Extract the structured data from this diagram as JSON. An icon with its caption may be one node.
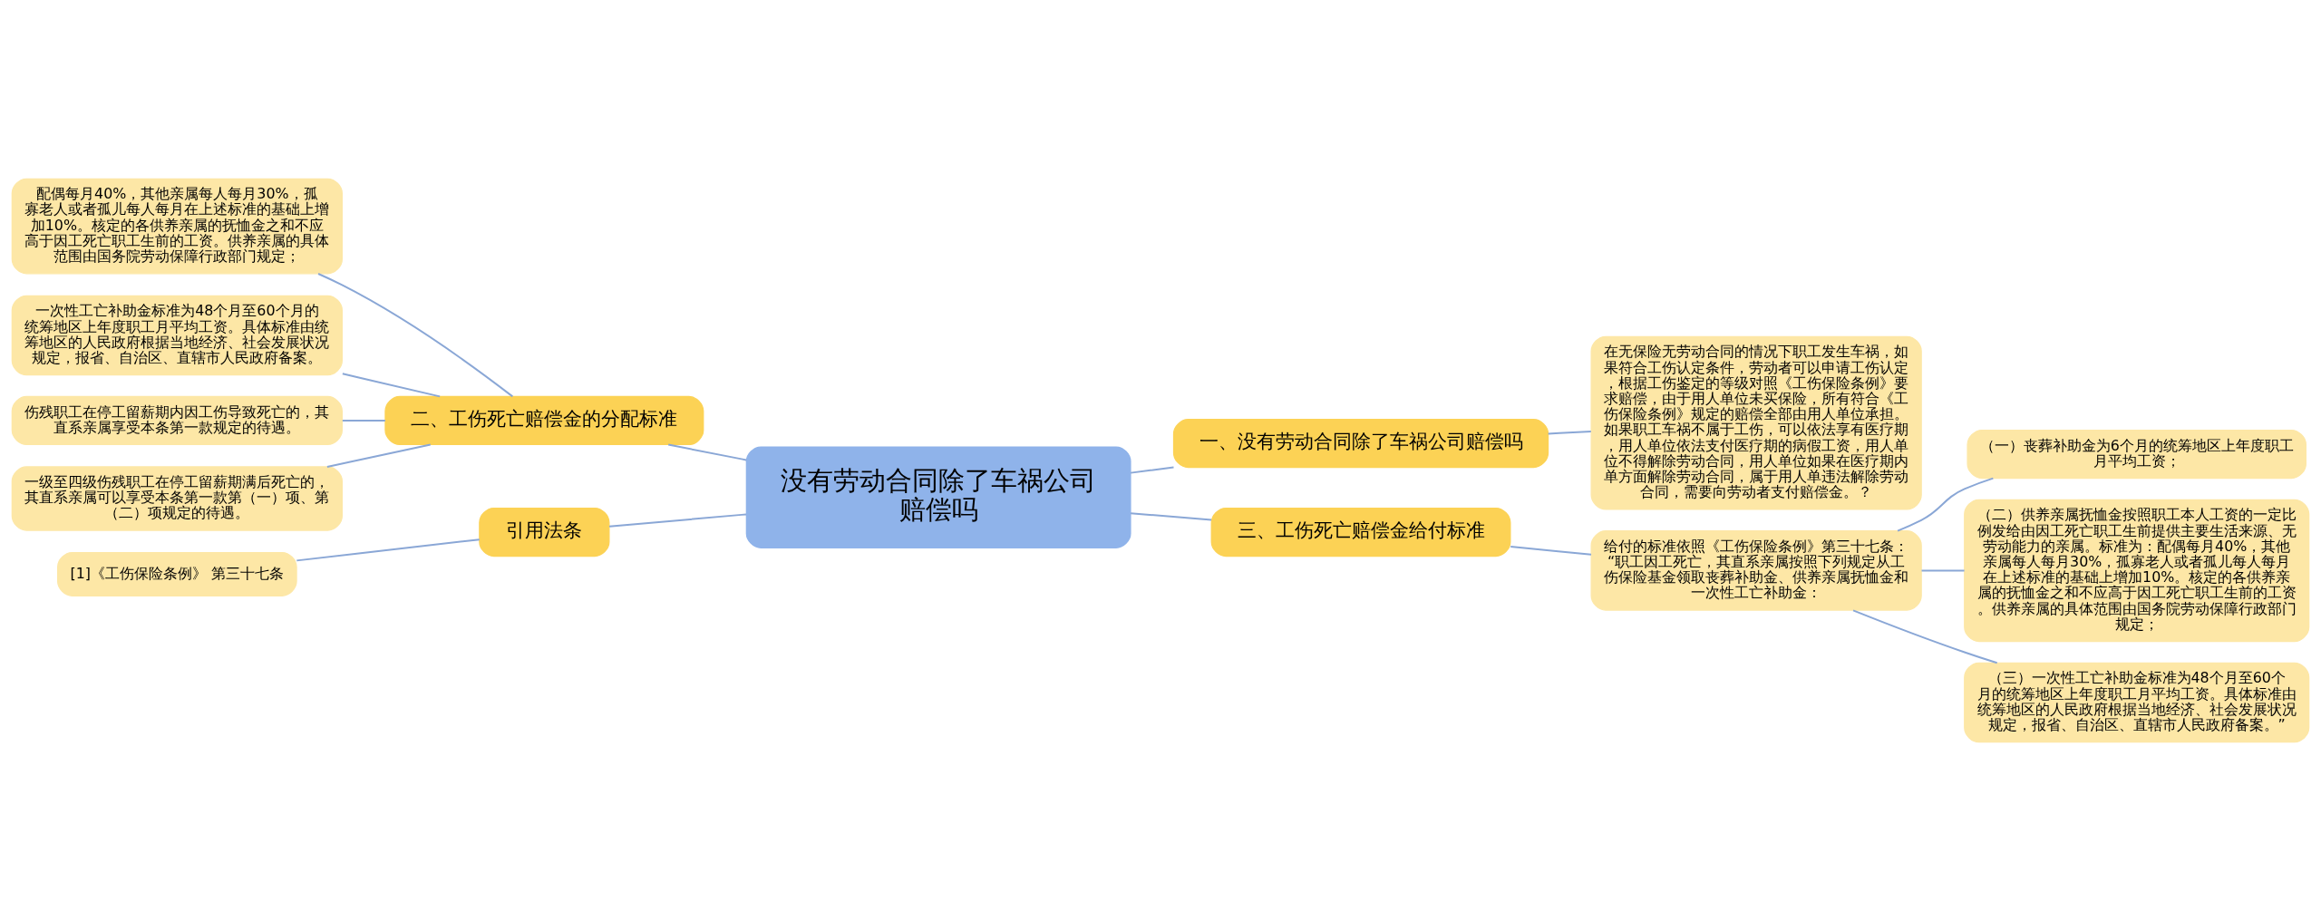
{
  "diagram": {
    "nodes": [
      {
        "text": [
          "没有劳动合同除了车祸公司赔偿吗"
        ]
      },
      {
        "text": [
          "一、没有劳动合同除了车祸公司赔偿吗"
        ]
      },
      {
        "text": [
          "在无保险无劳动合同的情况下职工发生车祸，如果符合工伤认定条件，劳动者可以申请工伤认定，根据工伤鉴定的等级对照《工伤保险条例》要求赔偿，由于用人单位未买保险，所有符合《工伤保险条例》规定的赔偿全部由用人单位承担。如果职工车祸不属于工伤，可以依法享有医疗期，用人单位依法支付医疗期的病假工资，用人单位不得解除劳动合同，用人单位如果在医疗期内单方面解除劳动合同，属于用人单违法解除劳动合同，需要向劳动者支付赔偿金。？"
        ]
      },
      {
        "text": [
          "三、工伤死亡赔偿金给付标准"
        ]
      },
      {
        "text": [
          "给付的标准依照《工伤保险条例》第三十七条：“职工因工死亡，其直系亲属按照下列规定从工伤保险基金领取丧葬补助金、供养亲属抚恤金和一次性工亡补助金："
        ]
      },
      {
        "text": [
          "（一）丧葬补助金为6个月的统筹地区上年度职工月平均工资；"
        ]
      },
      {
        "text": [
          "（二）供养亲属抚恤金按照职工本人工资的一定比例发给由因工死亡职工生前提供主要生活来源、无劳动能力的亲属。标准为：配偶每月40%，其他亲属每人每月30%，孤寡老人或者孤儿每人每月在上述标准的基础上增加10%。核定的各供养亲属的抚恤金之和不应高于因工死亡职工生前的工资。供养亲属的具体范围由国务院劳动保障行政部门规定；"
        ]
      },
      {
        "text": [
          "（三）一次性工亡补助金标准为48个月至60个月的统筹地区上年度职工月平均工资。具体标准由统筹地区的人民政府根据当地经济、社会发展状况规定，报省、自治区、直辖市人民政府备案。”"
        ]
      },
      {
        "text": [
          "二、工伤死亡赔偿金的分配标准"
        ]
      },
      {
        "text": [
          "配偶每月40%，其他亲属每人每月30%，孤寡老人或者孤儿每人每月在上述标准的基础上增加10%。核定的各供养亲属的抚恤金之和不应高于因工死亡职工生前的工资。供养亲属的具体范围由国务院劳动保障行政部门规定；"
        ]
      },
      {
        "text": [
          "一次性工亡补助金标准为48个月至60个月的统筹地区上年度职工月平均工资。具体标准由统筹地区的人民政府根据当地经济、社会发展状况规定，报省、自治区、直辖市人民政府备案。"
        ]
      },
      {
        "text": [
          "伤残职工在停工留薪期内因工伤导致死亡的，其直系亲属享受本条第一款规定的待遇。"
        ]
      },
      {
        "text": [
          "一级至四级伤残职工在停工留薪期满后死亡的，其直系亲属可以享受本条第一款第（一）项、第（二）项规定的待遇。"
        ]
      },
      {
        "text": [
          "引用法条"
        ]
      },
      {
        "text": [
          "[1]《工伤保险条例》 第三十七条"
        ]
      }
    ],
    "edges": [
      {
        "from": 0,
        "to": 1,
        "arrow": "none"
      },
      {
        "from": 1,
        "to": 2,
        "arrow": "none"
      },
      {
        "from": 0,
        "to": 3,
        "arrow": "none"
      },
      {
        "from": 3,
        "to": 4,
        "arrow": "none"
      },
      {
        "from": 4,
        "to": 5,
        "arrow": "none"
      },
      {
        "from": 4,
        "to": 6,
        "arrow": "none"
      },
      {
        "from": 4,
        "to": 7,
        "arrow": "none"
      },
      {
        "from": 0,
        "to": 8,
        "arrow": "none"
      },
      {
        "from": 8,
        "to": 9,
        "arrow": "none"
      },
      {
        "from": 8,
        "to": 10,
        "arrow": "none"
      },
      {
        "from": 8,
        "to": 11,
        "arrow": "none"
      },
      {
        "from": 8,
        "to": 12,
        "arrow": "none"
      },
      {
        "from": 0,
        "to": 13,
        "arrow": "none"
      },
      {
        "from": 13,
        "to": 14,
        "arrow": "none"
      }
    ]
  }
}
